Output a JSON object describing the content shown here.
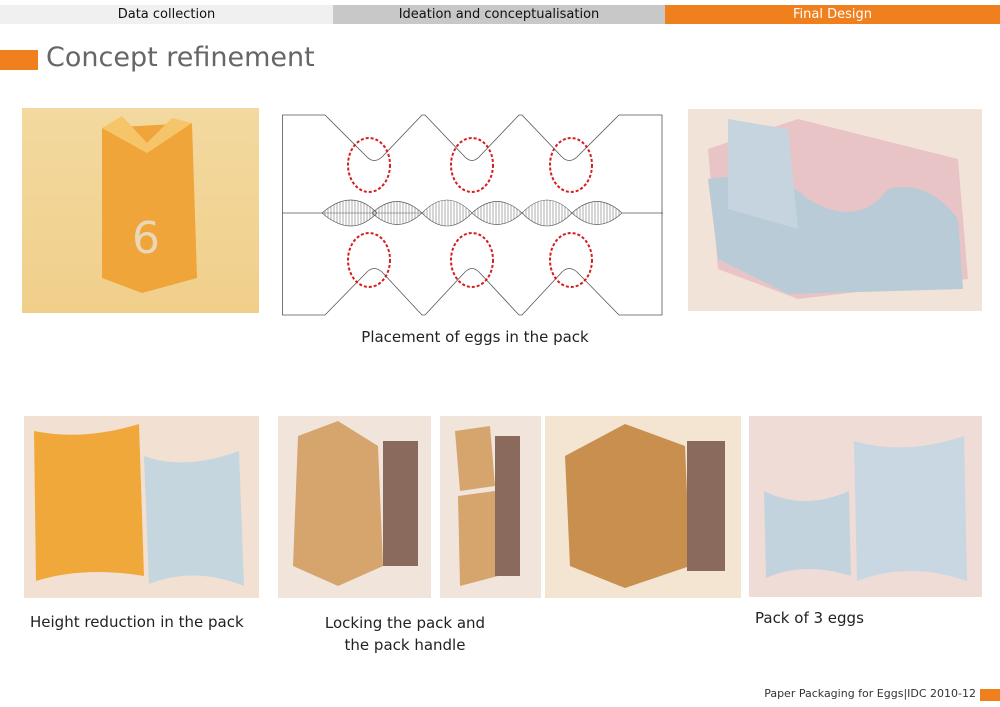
{
  "tabs": [
    {
      "label": "Data collection"
    },
    {
      "label": "Ideation and conceptualisation"
    },
    {
      "label": "Final Design"
    }
  ],
  "title": "Concept refinement",
  "captions": {
    "placement": "Placement of eggs in the pack",
    "height": "Height reduction in the pack",
    "locking_1": "Locking the pack and",
    "locking_2": "the pack handle",
    "pack3": "Pack of 3 eggs"
  },
  "footer": "Paper Packaging for Eggs|IDC 2010-12",
  "colors": {
    "accent": "#f07f1e",
    "tab_inactive": "#f0f0f0",
    "tab_mid": "#c8c8c8",
    "title": "#666666"
  }
}
